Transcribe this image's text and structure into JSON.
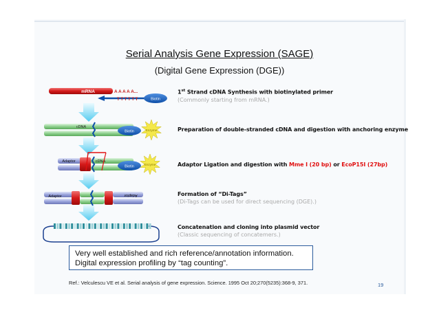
{
  "title": "Serial Analysis Gene Expression (SAGE)",
  "subtitle": "(Digital Gene Expression (DGE))",
  "diagram_labels": {
    "mrna": "mRNA",
    "polya": "A A A A A...",
    "polyt": "T T T T T T",
    "biotin": "Biotin",
    "cdna": "cDNA",
    "anchor_enzyme": "Enzyme",
    "adaptor": "Adaptor",
    "tagging_enzyme": "Enzyme",
    "adaptor_mirror": "Adaptor"
  },
  "steps": [
    {
      "title_sup": "st",
      "title_num": "1",
      "title": " Strand cDNA Synthesis with biotinylated primer",
      "sub": "(Commonly starting from mRNA.)"
    },
    {
      "title": "Preparation of double-stranded cDNA and digestion with anchoring enzyme"
    },
    {
      "title_pre": "Adaptor Ligation and digestion with ",
      "enzyme1": "Mme I (20 bp)",
      "mid": " or ",
      "enzyme2": "EcoP15I (27bp)"
    },
    {
      "title": "Formation of “Di-Tags”",
      "sub": "(Di-Tags can be used for direct sequencing (DGE).)"
    },
    {
      "title": "Concatenation and cloning into plasmid vector",
      "sub": "(Classic sequencing of concatemers.)"
    }
  ],
  "note": {
    "line1": "Very well established and rich reference/annotation information.",
    "line2": "Digital expression profiling by “tag counting”."
  },
  "reference": "Ref.: Velculescu VE et al. Serial analysis of gene expression. Science. 1995 Oct 20;270(5235):368-9, 371.",
  "page_number": "19",
  "colors": {
    "red": "#d41a1a",
    "blue": "#1565c0",
    "green": "#8ecf8e",
    "purple": "#9aa4dc",
    "arrow": "#6fd6f2",
    "star": "#f4e84a"
  }
}
